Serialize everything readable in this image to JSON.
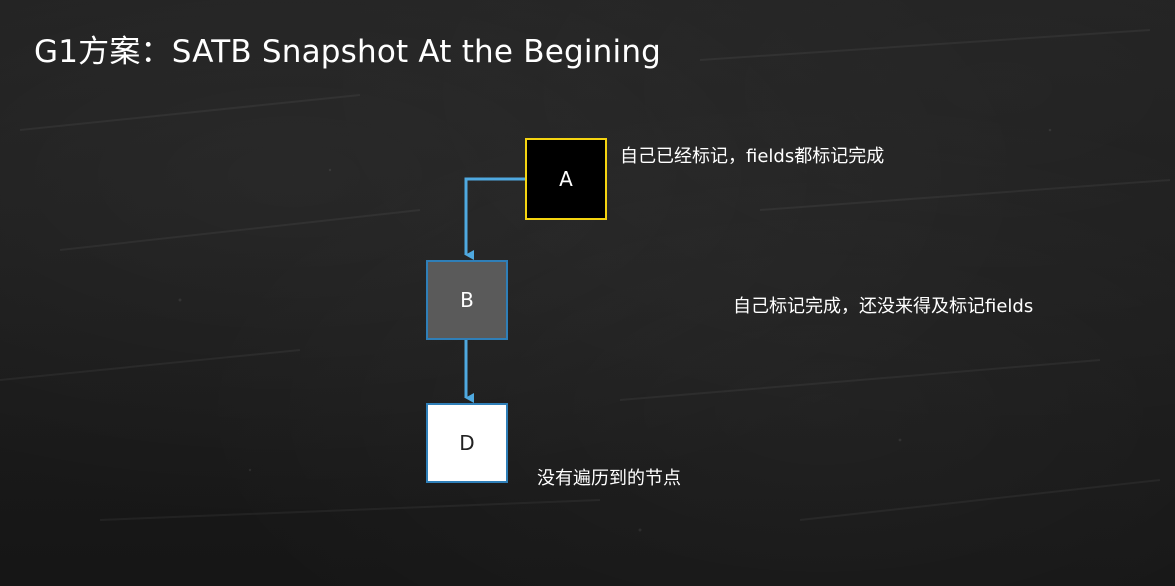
{
  "title": "G1方案：SATB Snapshot At the Begining",
  "nodes": {
    "a": {
      "label": "A",
      "note": "自己已经标记，fields都标记完成"
    },
    "b": {
      "label": "B",
      "note": "自己标记完成，还没来得及标记fields"
    },
    "d": {
      "label": "D",
      "note": "没有遍历到的节点"
    }
  },
  "colors": {
    "background": "#1b1b1b",
    "edge": "#4fa9e0",
    "node_a_border": "#f5d410",
    "node_a_fill": "#000000",
    "node_b_fill": "#5a5a5a",
    "node_b_border": "#2f7fb8",
    "node_d_fill": "#ffffff"
  }
}
